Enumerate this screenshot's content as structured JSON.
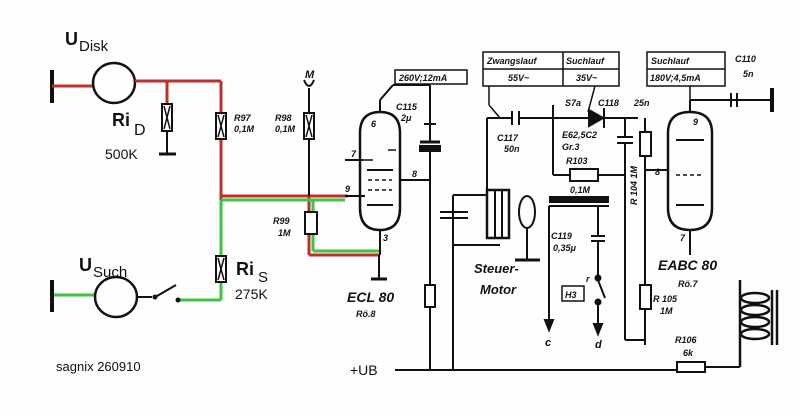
{
  "labels": {
    "u_disk_main": "U",
    "u_disk_sub": "Disk",
    "ri_d_main": "Ri",
    "ri_d_sub": "D",
    "ri_d_value": "500K",
    "u_such_main": "U",
    "u_such_sub": "Such",
    "ri_s_main": "Ri",
    "ri_s_sub": "S",
    "ri_s_value": "275K",
    "credit": "sagnix 260910",
    "ub": "+UB",
    "r97": "R97",
    "r97_val": "0,1M",
    "r98": "R98",
    "r98_val": "0,1M",
    "m": "M",
    "r99": "R99",
    "r99_val": "1M",
    "v260": "260V;12mA",
    "c115": "C115",
    "c115_val": "2μ",
    "pin6": "6",
    "pin7": "7",
    "pin9": "9",
    "pin8": "8",
    "pin3": "3",
    "ecl80": "ECL 80",
    "ro8": "Rö.8",
    "zwangslauf": "Zwangslauf",
    "suchlauf1": "Suchlauf",
    "v55": "55V~",
    "v35": "35V~",
    "c117": "C117",
    "c117_val": "50n",
    "s7a": "S7a",
    "e62": "E62,5C2",
    "gr3": "Gr.3",
    "c118": "C118",
    "c118_val": "25n",
    "r103": "R103",
    "r103_val": "0,1M",
    "r104": "R 104 1M",
    "c119": "C119",
    "c119_val": "0,35μ",
    "steuer": "Steuer-",
    "motor": "Motor",
    "h3": "H3",
    "r_sw": "r",
    "c_lbl": "c",
    "d_lbl": "d",
    "suchlauf2": "Suchlauf",
    "v180": "180V;4,5mA",
    "c110": "C110",
    "c110_val": "5n",
    "pin9b": "9",
    "pin8b": "8",
    "pin7b": "7",
    "eabc80": "EABC 80",
    "ro7": "Rö.7",
    "r105": "R 105",
    "r105_val": "1M",
    "r106": "R106",
    "r106_val": "6k"
  },
  "colors": {
    "ink": "#111111",
    "red_wire": "#c0302a",
    "green_wire": "#3ec43e"
  }
}
